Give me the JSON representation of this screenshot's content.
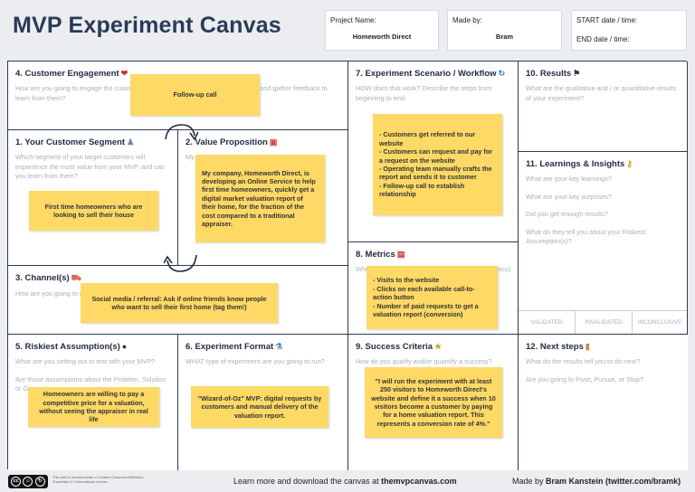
{
  "title": "MVP Experiment Canvas",
  "meta": {
    "project_label": "Project Name:",
    "project_value": "Homeworth Direct",
    "made_by_label": "Made by:",
    "made_by_value": "Bram",
    "start_label": "START date / time:",
    "end_label": "END date / time:"
  },
  "cells": {
    "engagement": {
      "title": "4. Customer Engagement",
      "hint": "How are you going to engage the customer and get feedback from their experience and gather feedback to learn from them?",
      "sticky": "Follow-up call"
    },
    "segment": {
      "title": "1. Your Customer Segment",
      "hint": "Which segment of your target customers will experience the most value from your MVP, and can you learn from them?",
      "sticky": "First time homeowners who are looking to sell their house"
    },
    "value_prop": {
      "title": "2. Value Proposition",
      "hint": "My",
      "sticky": "My company, Homeworth Direct, is developing an Online Service to help first time homeowners, quickly get a digital market valuation report of their home, for the fraction of the cost compared to a traditional appraiser."
    },
    "channels": {
      "title": "3. Channel(s)",
      "hint": "How are you going to get your value proposition to them?",
      "sticky": "Social media / referral: Ask if online friends know people who want to sell their first home (tag them!)"
    },
    "scenario": {
      "title": "7. Experiment Scenario / Workflow",
      "hint": "HOW does that work? Describe the steps from beginning to end.",
      "sticky": [
        "- Customers get referred to our website",
        "- Customers can request and pay for a request on the website",
        "- Operating team manually crafts the report and sends it to customer",
        "- Follow-up call to establish relationship"
      ]
    },
    "results": {
      "title": "10. Results",
      "hint": "What are the qualitative and / or quantitative results of your experiment?"
    },
    "learnings": {
      "title": "11. Learnings & Insights",
      "hints": [
        "What are your key learnings?",
        "What are your key surprises?",
        "Did you get enough results?",
        "What do they tell you about your Riskiest Assumption(s)?"
      ],
      "validation": [
        "VALIDATED",
        "INVALIDATED",
        "INCONCLUSIVE"
      ]
    },
    "metrics": {
      "title": "8. Metrics",
      "hint": "Whe",
      "hint_right": "rics)",
      "sticky": [
        "- Visits to the website",
        "- Clicks on each available call-to-action button",
        "- Number of paid requests to get a valuation report (conversion)"
      ]
    },
    "riskiest": {
      "title": "5. Riskiest Assumption(s)",
      "hints": [
        "What are you setting out to test with your MVP?",
        "Are those assumptions about the Problem, Solution or Go..."
      ],
      "sticky": "Homeowners are willing to pay a competitive price for a valuation, without seeing the appraiser in real life"
    },
    "format": {
      "title": "6. Experiment Format",
      "hint": "WHAT type of experiment are you going to run?",
      "sticky": "\"Wizard-of-Oz\" MVP: digital requests by customers and manual delivery of the valuation report."
    },
    "criteria": {
      "title": "9. Success Criteria",
      "hint": "How do you qualify and/or quantify a success?",
      "sticky": "\"I will run the experiment with at least 250 visitors to Homeworth Direct's website and define it a success when 10 visitors become a customer by paying for a home valuation report. This represents a conversion rate of 4%.\""
    },
    "next_steps": {
      "title": "12. Next steps",
      "hints": [
        "What do the results tell you to do next?",
        "Are you going to Pivot, Pursue, or Stop?"
      ]
    }
  },
  "footer": {
    "cc_badge": "cc",
    "license": "This work is licensed under a Creative Commons Attribution-ShareAlike 4.0 International License.",
    "learn_prefix": "Learn more and download the canvas at ",
    "learn_link": "themvpcanvas.com",
    "made_by_prefix": "Made by ",
    "made_by_name": "Bram Kanstein (twitter.com/bramk)"
  }
}
